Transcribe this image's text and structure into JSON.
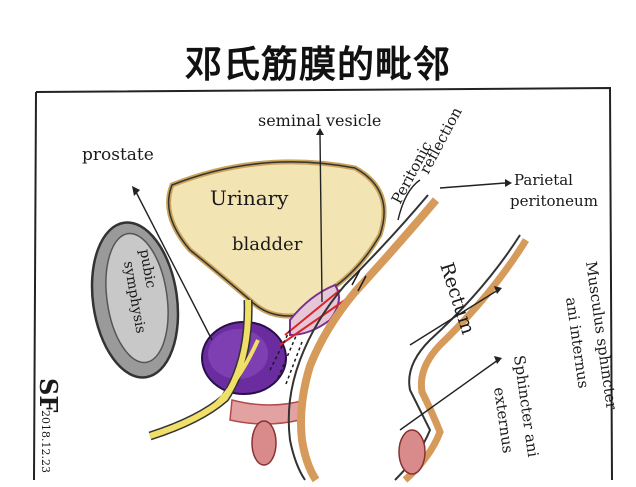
{
  "title": "邓氏筋膜的毗邻",
  "labels": {
    "seminal_vesicle": "seminal vesicle",
    "peritonic_reflection_1": "Peritonic",
    "peritonic_reflection_2": "reflection",
    "prostate": "prostate",
    "parietal_peritoneum_1": "Parietal",
    "parietal_peritoneum_2": "peritoneum",
    "urinary_bladder_1": "Urinary",
    "urinary_bladder_2": "bladder",
    "pubic_symphysis_1": "pubic",
    "pubic_symphysis_2": "symphysis",
    "rectum": "Rectum",
    "musculus_1": "Musculus sphincter",
    "musculus_2": "ani internus",
    "sphincter_1": "Sphincter ani",
    "sphincter_2": "externus",
    "signature": "SF",
    "date": "2018.12.23"
  },
  "colors": {
    "bladder_fill": "#f3e4b4",
    "bladder_outline": "#c9a35a",
    "prostate": "#6a2c9e",
    "pubic": "#b9b9b9",
    "rectum_wall": "#d69a5a",
    "muscle": "#d98a8a",
    "urethra": "#f0e06a",
    "fascia_red": "#d8242a"
  }
}
